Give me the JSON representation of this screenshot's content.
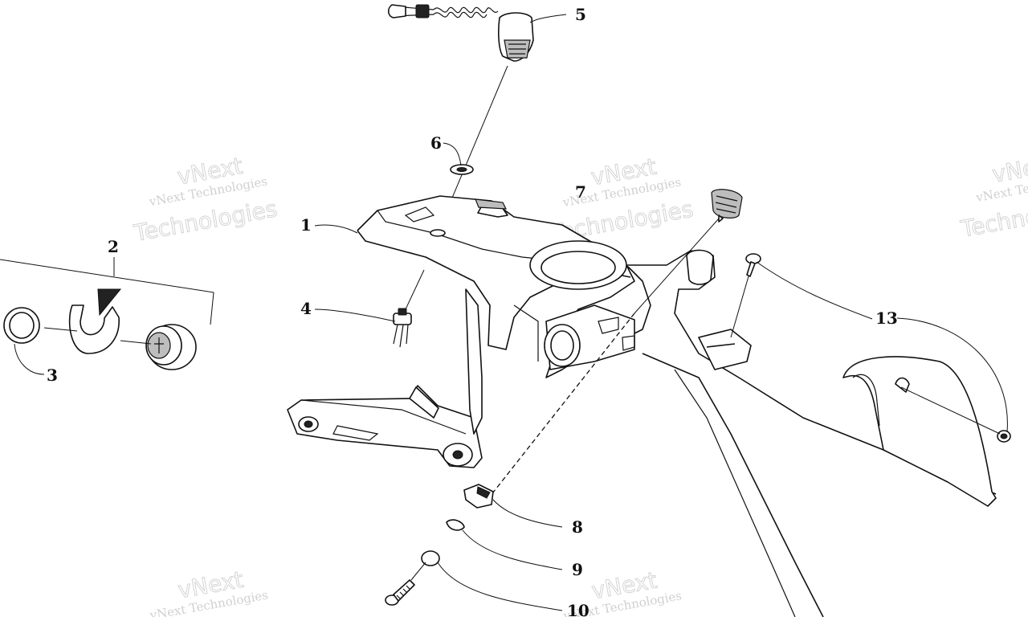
{
  "diagram": {
    "callouts": [
      {
        "id": "c1",
        "label": "1"
      },
      {
        "id": "c2",
        "label": "2"
      },
      {
        "id": "c3",
        "label": "3"
      },
      {
        "id": "c4",
        "label": "4"
      },
      {
        "id": "c5",
        "label": "5"
      },
      {
        "id": "c6",
        "label": "6"
      },
      {
        "id": "c7",
        "label": "7"
      },
      {
        "id": "c8",
        "label": "8"
      },
      {
        "id": "c9",
        "label": "9"
      },
      {
        "id": "c10",
        "label": "10"
      },
      {
        "id": "c13",
        "label": "13"
      }
    ],
    "watermark": {
      "small": "vNext Technologies",
      "big_line1": "vNext",
      "big_line2": "Technologies"
    }
  }
}
